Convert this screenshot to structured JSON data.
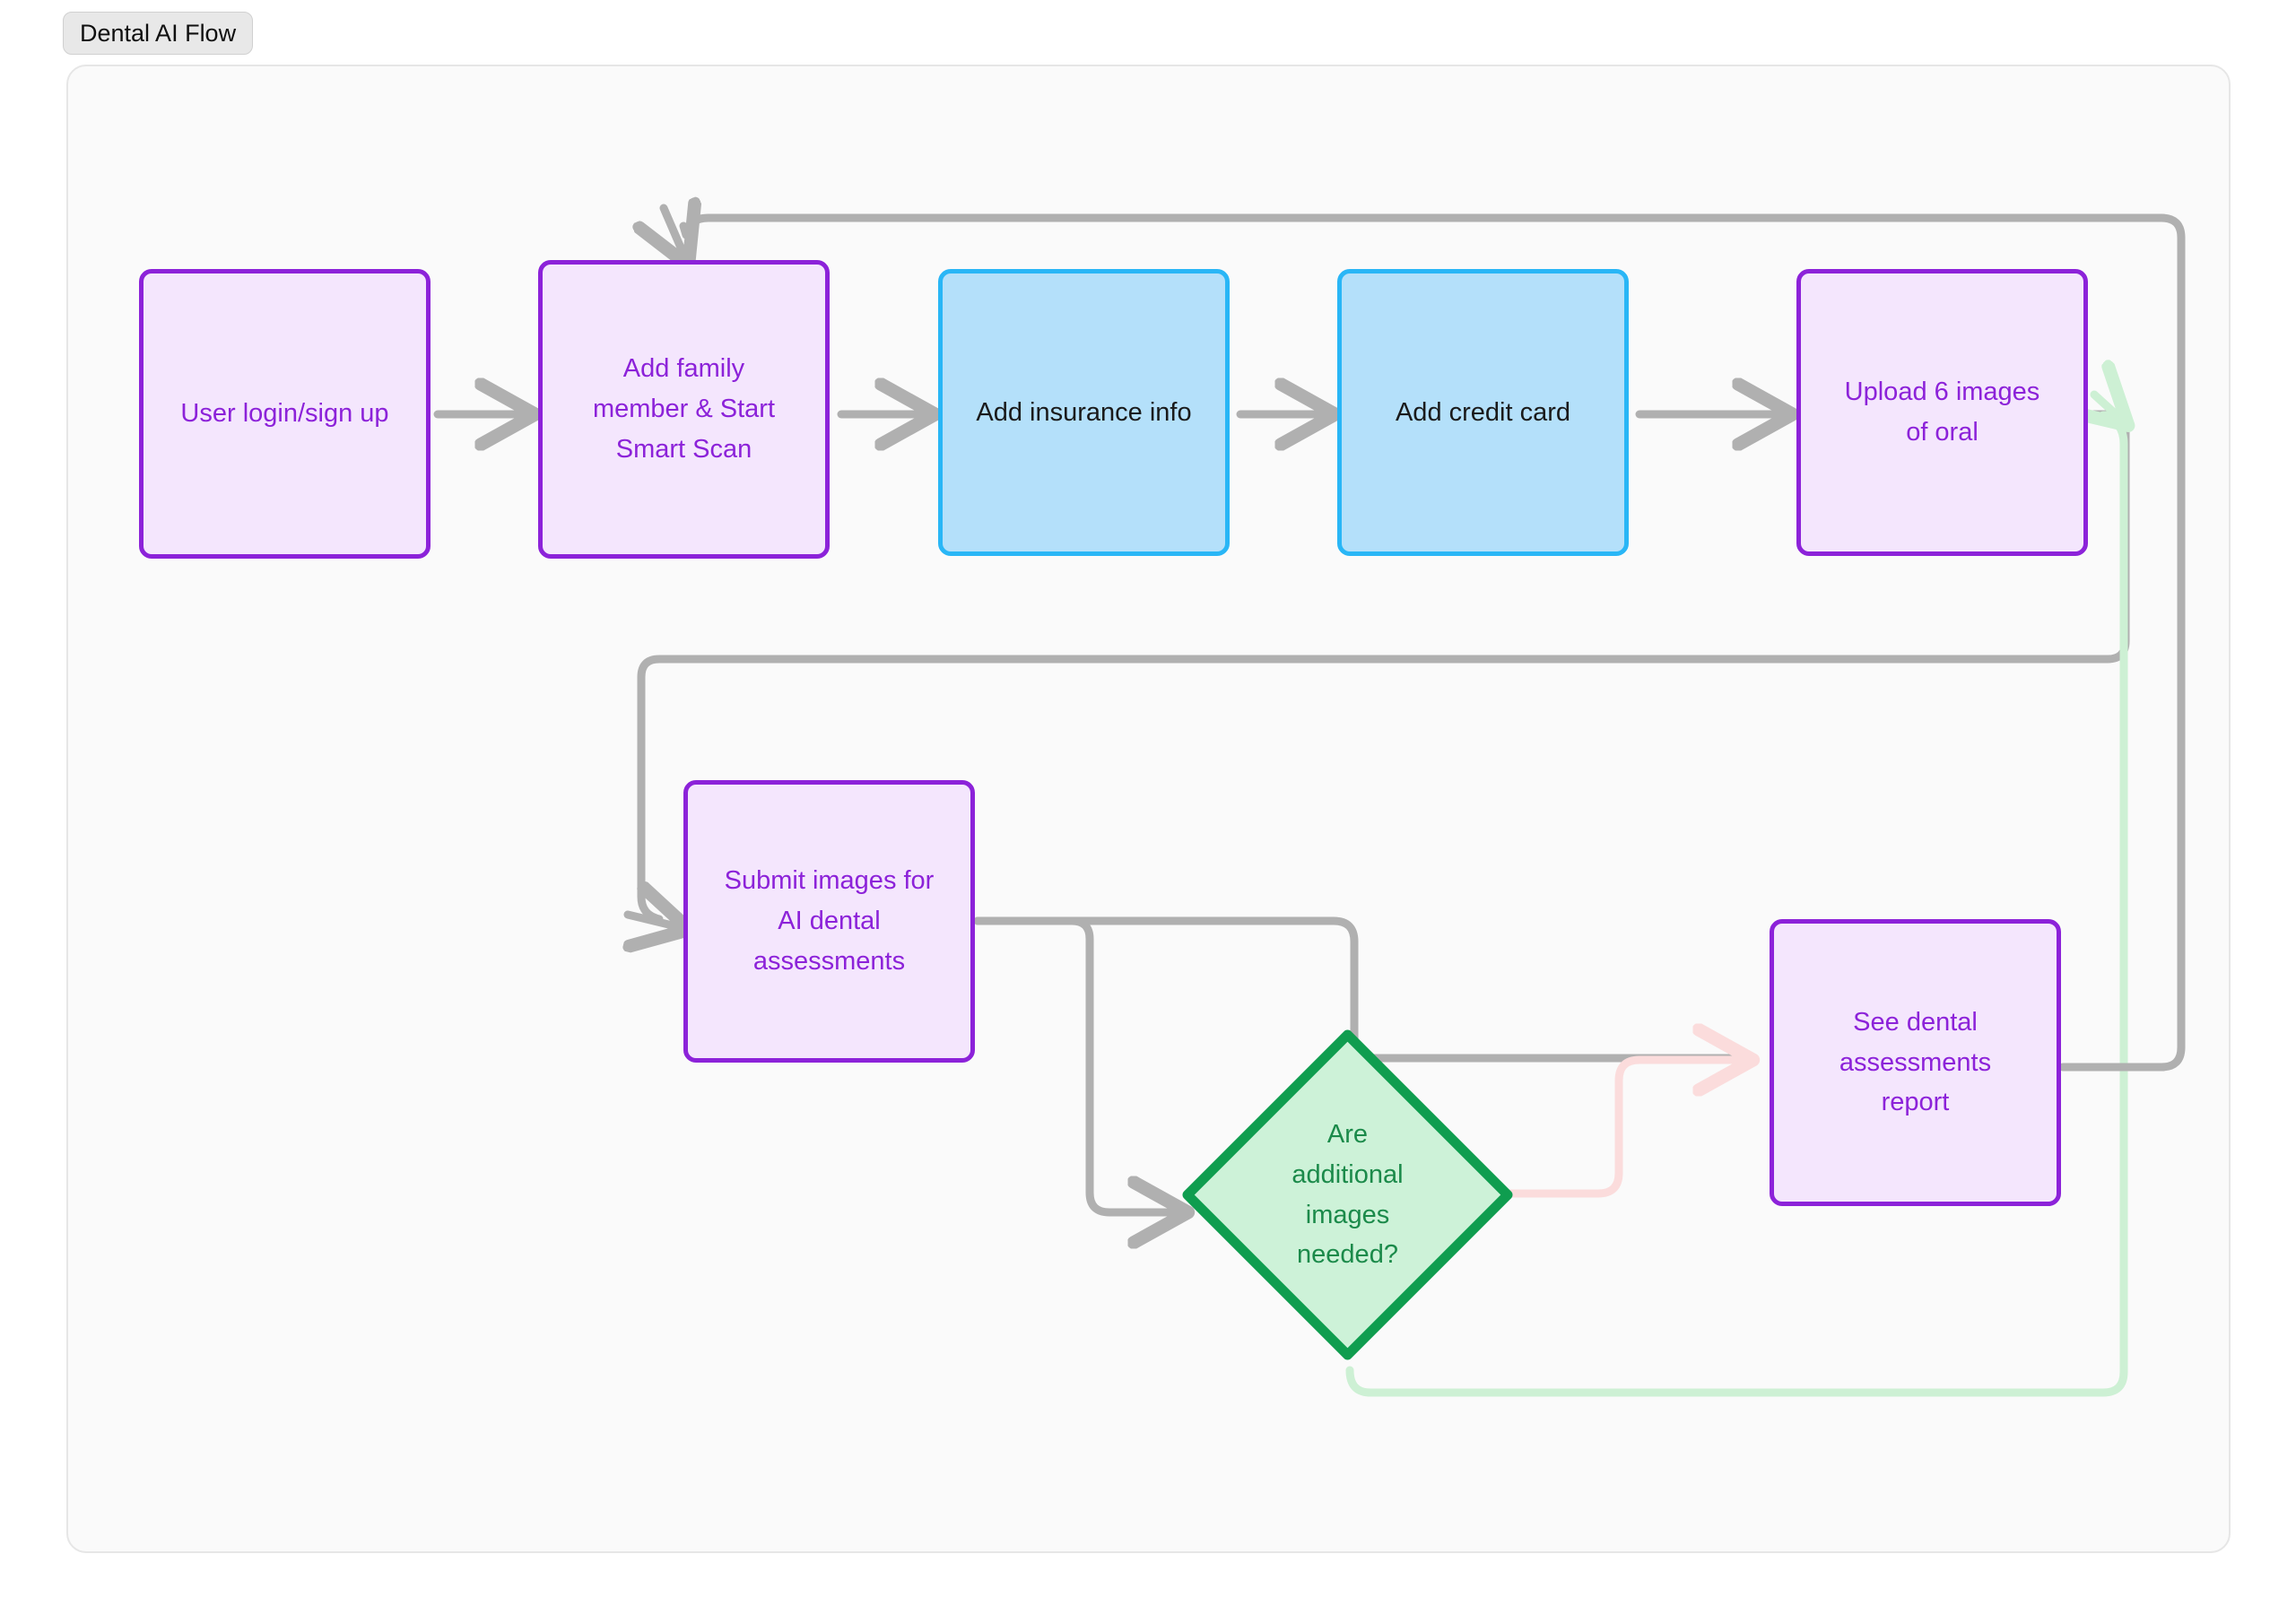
{
  "title": "Dental AI Flow",
  "theme": {
    "page_bg": "#ffffff",
    "canvas_bg": "#fafafa",
    "canvas_border": "#e6e6e6",
    "chip_bg": "#e8e8e8",
    "purple_border": "#8c22d9",
    "purple_fill": "#f4e6fd",
    "purple_text": "#8c22d9",
    "blue_border": "#29b6f6",
    "blue_fill": "#b4e0fa",
    "blue_text": "#1a1a1a",
    "green_border": "#0f9d4f",
    "green_fill": "#cdf2d8",
    "green_text": "#1b8a4a",
    "edge_gray": "#b0b0b0",
    "edge_green": "#cdf0d4",
    "edge_pink": "#fbdcdc"
  },
  "diagram": {
    "type": "flowchart",
    "nodes": [
      {
        "id": "login",
        "shape": "rect",
        "style": "purple",
        "lines": [
          "User login/sign up"
        ]
      },
      {
        "id": "family",
        "shape": "rect",
        "style": "purple",
        "lines": [
          "Add family",
          "member & Start",
          "Smart Scan"
        ]
      },
      {
        "id": "insurance",
        "shape": "rect",
        "style": "blue",
        "lines": [
          "Add insurance info"
        ]
      },
      {
        "id": "credit",
        "shape": "rect",
        "style": "blue",
        "lines": [
          "Add credit card"
        ]
      },
      {
        "id": "upload",
        "shape": "rect",
        "style": "purple",
        "lines": [
          "Upload 6 images",
          "of oral"
        ]
      },
      {
        "id": "submit",
        "shape": "rect",
        "style": "purple",
        "lines": [
          "Submit images for",
          "AI dental",
          "assessments"
        ]
      },
      {
        "id": "decision",
        "shape": "diamond",
        "style": "green",
        "lines": [
          "Are",
          "additional",
          "images",
          "needed?"
        ]
      },
      {
        "id": "report",
        "shape": "rect",
        "style": "purple",
        "lines": [
          "See dental",
          "assessments",
          "report"
        ]
      }
    ],
    "edges": [
      {
        "from": "login",
        "to": "insurance",
        "color": "gray",
        "label": ""
      },
      {
        "from": "family",
        "to": "insurance",
        "color": "gray",
        "label": ""
      },
      {
        "from": "insurance",
        "to": "credit",
        "color": "gray",
        "label": ""
      },
      {
        "from": "credit",
        "to": "upload",
        "color": "gray",
        "label": ""
      },
      {
        "from": "upload",
        "to": "submit",
        "color": "gray",
        "label": ""
      },
      {
        "from": "submit",
        "to": "decision",
        "color": "gray",
        "label": ""
      },
      {
        "from": "submit",
        "to": "report",
        "color": "gray",
        "label": ""
      },
      {
        "from": "decision",
        "to": "report",
        "color": "pink",
        "label": ""
      },
      {
        "from": "decision",
        "to": "upload",
        "color": "green",
        "label": ""
      },
      {
        "from": "report",
        "to": "family",
        "color": "gray",
        "label": ""
      }
    ]
  }
}
